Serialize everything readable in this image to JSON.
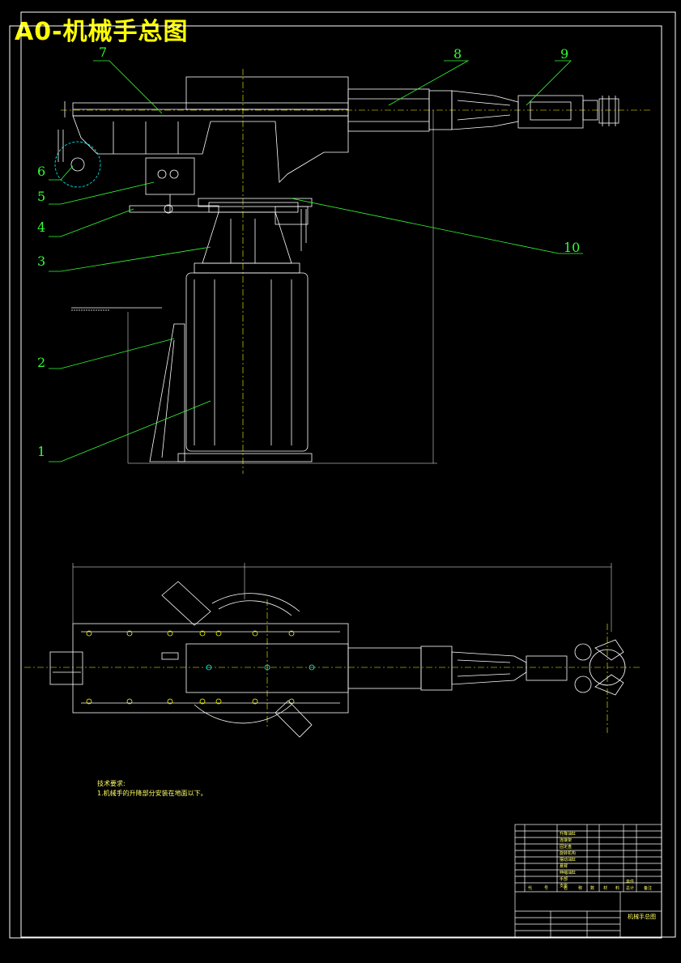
{
  "title": "A0-机械手总图",
  "notes": {
    "heading": "技术要求:",
    "line1": "1.机械手的升降部分安装在地面以下。"
  },
  "callouts": [
    "1",
    "2",
    "3",
    "4",
    "5",
    "6",
    "7",
    "8",
    "9",
    "10"
  ],
  "title_block": {
    "drawing_name": "机械手总图",
    "header_cells": [
      "代",
      "号",
      "名",
      "称",
      "数",
      "材",
      "料",
      "单件",
      "总计",
      "备注"
    ],
    "parts_rows": [
      "升降油缸",
      "连接架",
      "固定盘",
      "旋转机构",
      "摆动油缸",
      "悬臂",
      "伸缩油缸",
      "手部",
      "支座"
    ]
  },
  "colors": {
    "frame": "#ffffff",
    "geometry": "#ffffff",
    "callout": "#33ff33",
    "centerline": "#ffff00",
    "title": "#ffff00",
    "hidden": "#00ffff",
    "highlight": "#ff3333"
  }
}
